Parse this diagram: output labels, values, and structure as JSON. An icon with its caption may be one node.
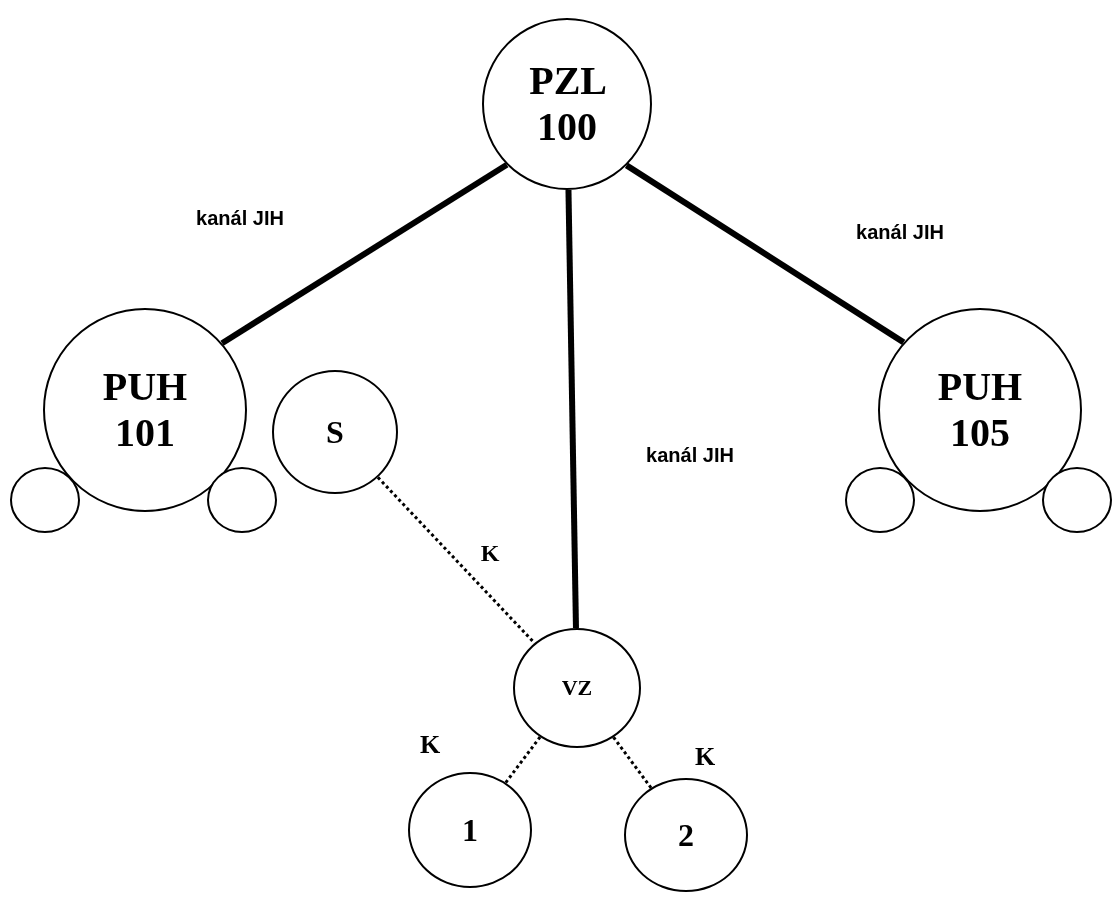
{
  "diagram": {
    "nodes": [
      {
        "text": [
          "PZL 100"
        ]
      },
      {
        "text": [
          "PUH 101"
        ]
      },
      {
        "text": [
          "S"
        ]
      },
      {
        "text": [
          "PUH 105"
        ]
      },
      {
        "text": [],
        "shape": "circle"
      },
      {
        "text": [],
        "shape": "circle"
      },
      {
        "text": [],
        "shape": "circle"
      },
      {
        "text": [],
        "shape": "circle"
      },
      {
        "text": [
          "VZ"
        ]
      },
      {
        "text": [
          "1"
        ]
      },
      {
        "text": [
          "2"
        ]
      }
    ],
    "edges": [
      {
        "from": 0,
        "to": 1,
        "arrow": "none",
        "label": "kanál JIH",
        "style": "thick"
      },
      {
        "from": 0,
        "to": 3,
        "arrow": "none",
        "label": "kanál JIH",
        "style": "thick"
      },
      {
        "from": 0,
        "to": 8,
        "arrow": "none",
        "label": "kanál JIH",
        "style": "thick"
      },
      {
        "from": 2,
        "to": 8,
        "arrow": "none",
        "label": "K",
        "style": "dashed"
      },
      {
        "from": 8,
        "to": 9,
        "arrow": "none",
        "label": "K",
        "style": "dashed"
      },
      {
        "from": 8,
        "to": 10,
        "arrow": "none",
        "label": "K",
        "style": "dashed"
      }
    ]
  }
}
